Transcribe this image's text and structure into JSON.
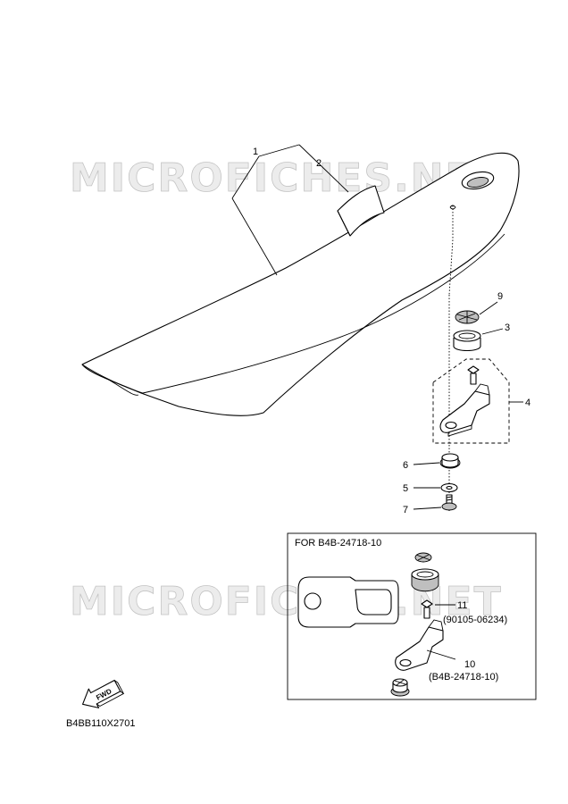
{
  "watermark": "MICROFICHES.NET",
  "callouts": {
    "c1": "1",
    "c2": "2",
    "c3": "3",
    "c4": "4",
    "c5": "5",
    "c6": "6",
    "c7": "7",
    "c9": "9",
    "c10": "10",
    "c11": "11"
  },
  "inset": {
    "title": "FOR B4B-24718-10",
    "part11_number": "(90105-06234)",
    "part10_number": "(B4B-24718-10)"
  },
  "fwd_label": "FWD",
  "diagram_code": "B4BB110X2701"
}
